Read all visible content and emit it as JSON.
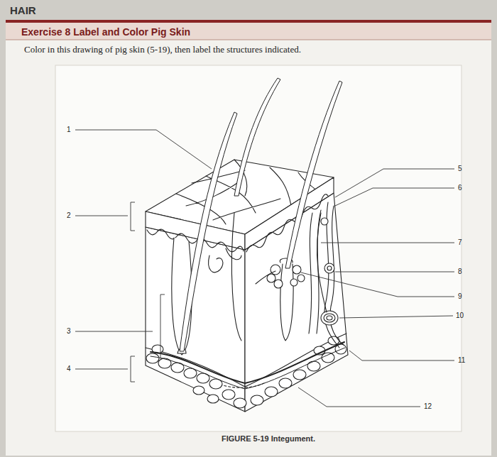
{
  "diagram": {
    "title": "Exercise 8 Label and Color Pig Skin",
    "caption": "FIGURE 5-19 Integument.",
    "labels": [
      "HAIR",
      "Color in this drawing of pig skin (5-19), then label the structures indicated.",
      "1",
      "2",
      "3",
      "4",
      "5",
      "6",
      "7",
      "8",
      "9",
      "10",
      "11",
      "12"
    ]
  }
}
